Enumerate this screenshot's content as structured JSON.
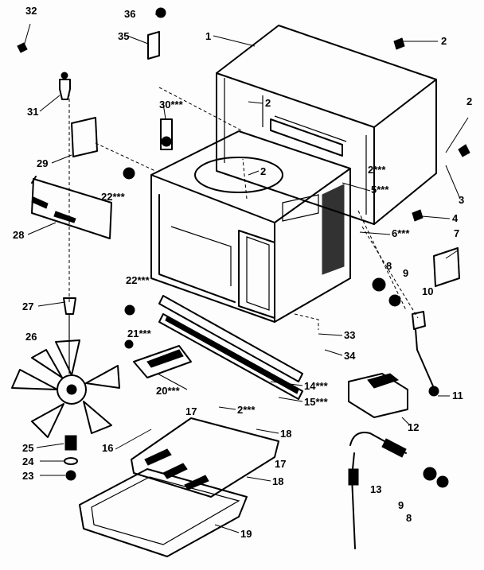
{
  "diagram": {
    "callouts": {
      "c1": "1",
      "c2a": "2",
      "c2b": "2",
      "c2c": "2",
      "c2d": "2",
      "c3": "3",
      "c4": "4",
      "c5": "5***",
      "c6": "6***",
      "c7": "7",
      "c8a": "8",
      "c8b": "8",
      "c9a": "9",
      "c9b": "9",
      "c10": "10",
      "c11": "11",
      "c12": "12",
      "c13": "13",
      "c14": "14***",
      "c15": "15***",
      "c16": "16",
      "c17a": "17",
      "c17b": "17",
      "c18a": "18",
      "c18b": "18",
      "c19": "19",
      "c20": "20***",
      "c21": "21***",
      "c22a": "22***",
      "c22b": "22***",
      "c23": "23",
      "c24": "24",
      "c25": "25",
      "c26": "26",
      "c27": "27",
      "c28": "28",
      "c29": "29",
      "c30": "30***",
      "c31": "31",
      "c32": "32",
      "c33": "33",
      "c34": "34",
      "c35": "35",
      "c36": "36",
      "c2e": "2***",
      "c2f": "2***"
    }
  }
}
